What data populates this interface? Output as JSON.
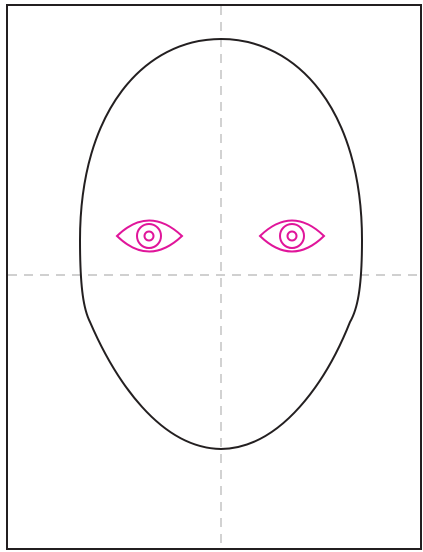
{
  "drawing": {
    "frame_color": "#231f20",
    "outline_color": "#231f20",
    "guide_color": "#b3b3b3",
    "eye_color": "#e0159a",
    "guides": {
      "vertical": "dashed",
      "horizontal": "dashed"
    },
    "eyes": [
      {
        "side": "left",
        "icon": "eye-icon"
      },
      {
        "side": "right",
        "icon": "eye-icon"
      }
    ]
  }
}
